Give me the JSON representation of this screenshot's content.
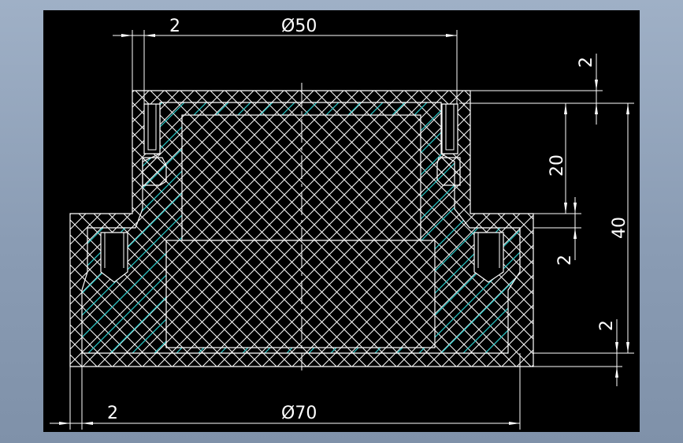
{
  "drawing": {
    "background": "#000000",
    "line_color": "#ffffff",
    "hatch_color_cross": "#ffffff",
    "hatch_color_diagonal": "#27c3c3",
    "dimensions": {
      "top_left_gap": "2",
      "top_diameter": "Ø50",
      "right_top_gap": "2",
      "right_mid_height": "20",
      "right_lower_gap": "2",
      "right_total_height": "40",
      "right_bottom_gap": "2",
      "bottom_left_gap": "2",
      "bottom_diameter": "Ø70"
    }
  }
}
